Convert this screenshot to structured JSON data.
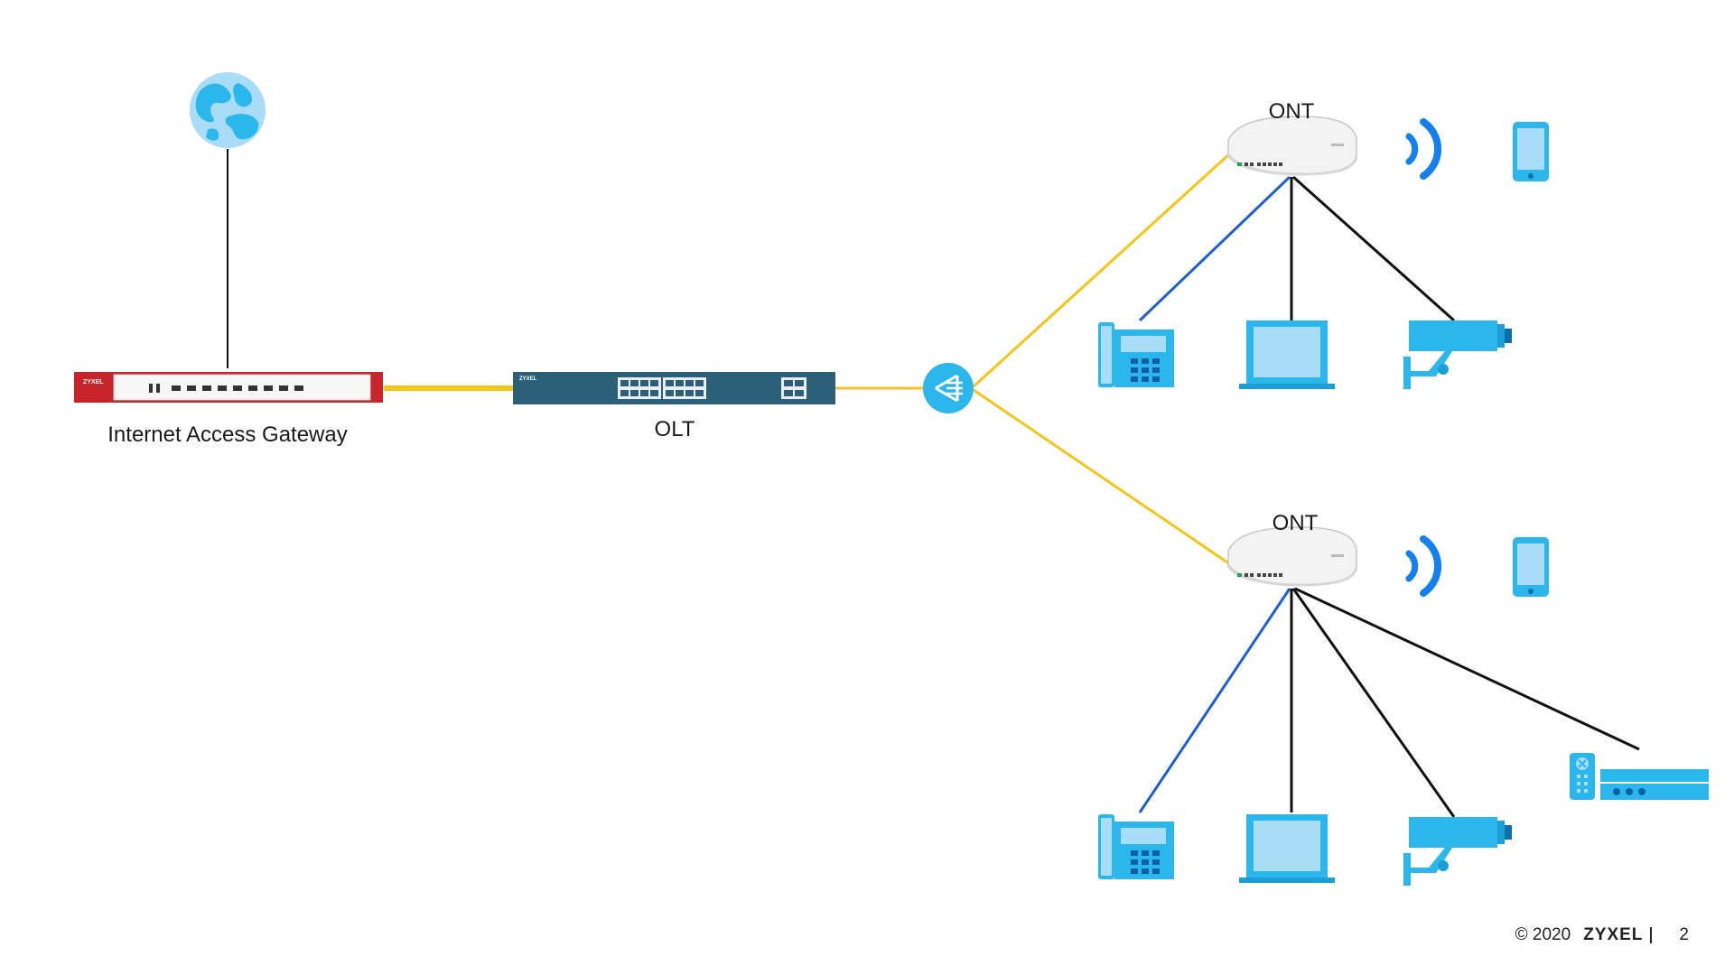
{
  "labels": {
    "gateway": "Internet Access Gateway",
    "olt": "OLT",
    "ont_top": "ONT",
    "ont_bottom": "ONT"
  },
  "device_branding": {
    "gateway_logo": "ZYXEL",
    "olt_logo": "ZYXEL"
  },
  "footer": {
    "copyright": "© 2020",
    "brand": "ZYXEL",
    "page_number": "2"
  },
  "icons": [
    "globe-icon",
    "gateway-device-icon",
    "olt-switch-icon",
    "splitter-icon",
    "ont-router-icon",
    "wifi-signal-icon",
    "smartphone-icon",
    "desk-phone-icon",
    "laptop-icon",
    "security-camera-icon",
    "set-top-box-icon"
  ],
  "colors": {
    "fiber": "#F5C518",
    "voice_link": "#1C5FD0",
    "ethernet_link": "#111111",
    "device_fill": "#2BB7EC",
    "device_light": "#A9DCF7",
    "wifi": "#1480EE",
    "gateway_red": "#C8242B",
    "olt_body": "#2C5F78"
  }
}
